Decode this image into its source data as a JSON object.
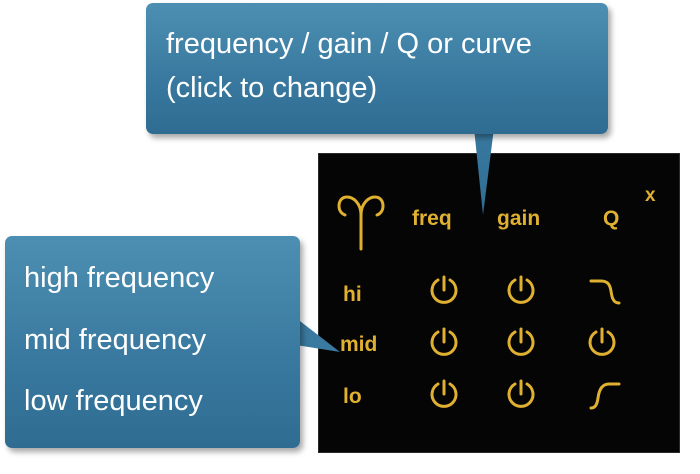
{
  "eq_panel": {
    "close_label": "x",
    "columns": {
      "freq": "freq",
      "gain": "gain",
      "q": "Q"
    },
    "rows": [
      {
        "label": "hi",
        "freq_control": "knob",
        "gain_control": "knob",
        "q_control": "hi-shelf-curve-icon"
      },
      {
        "label": "mid",
        "freq_control": "knob",
        "gain_control": "knob",
        "q_control": "knob"
      },
      {
        "label": "lo",
        "freq_control": "knob",
        "gain_control": "knob",
        "q_control": "lo-shelf-curve-icon"
      }
    ],
    "logo_icon": "aries-symbol-icon",
    "accent_color": "#e0b030",
    "background_color": "#050505"
  },
  "callouts": {
    "top": {
      "line1": "frequency / gain / Q or curve",
      "line2": "(click to change)"
    },
    "left": {
      "line1": "high frequency",
      "line2": "mid frequency",
      "line3": "low frequency"
    },
    "color": "#3a7aa0"
  }
}
